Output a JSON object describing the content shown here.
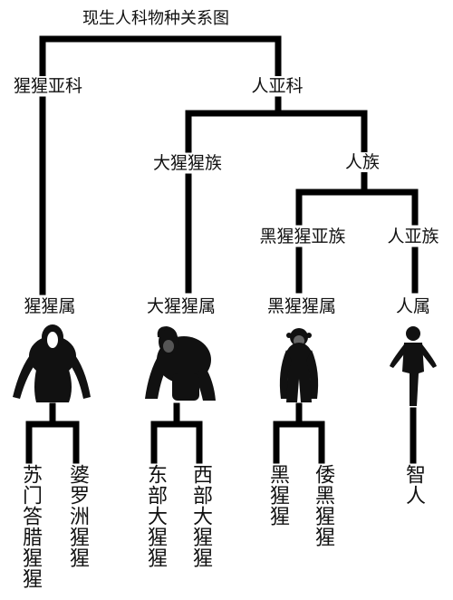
{
  "title": "现生人科物种关系图",
  "nodes": {
    "orangutan_subfamily": "猩猩亚科",
    "homininae": "人亚科",
    "gorillini": "大猩猩族",
    "hominini": "人族",
    "panina": "黑猩猩亚族",
    "hominina": "人亚族",
    "pongo": "猩猩属",
    "gorilla": "大猩猩属",
    "pan": "黑猩猩属",
    "homo": "人属"
  },
  "species": {
    "sumatran_orangutan": "苏门答腊猩猩",
    "bornean_orangutan": "婆罗洲猩猩",
    "eastern_gorilla": "东部大猩猩",
    "western_gorilla": "西部大猩猩",
    "chimpanzee": "黑猩猩",
    "bonobo": "倭黑猩猩",
    "human": "智人"
  },
  "colors": {
    "line": "#000000",
    "text": "#111111",
    "background": "#ffffff"
  },
  "icons": [
    "orangutan-icon",
    "gorilla-icon",
    "chimpanzee-icon",
    "human-icon"
  ]
}
